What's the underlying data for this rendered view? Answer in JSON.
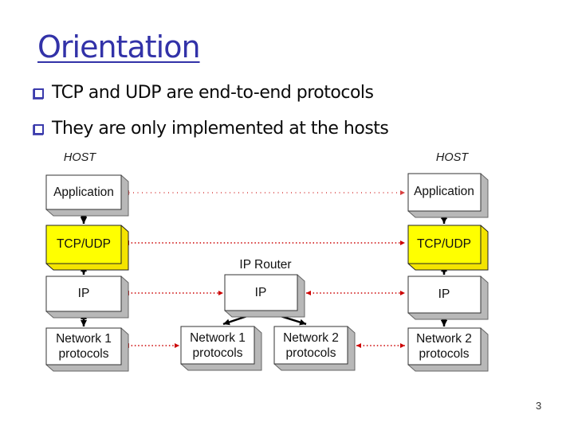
{
  "slide": {
    "title": "Orientation",
    "bullets": [
      "TCP and UDP are end-to-end protocols",
      "They are only implemented at the hosts"
    ],
    "page_number": "3"
  },
  "diagram": {
    "left_host": {
      "label": "HOST",
      "application": "Application",
      "tcp_udp": "TCP/UDP",
      "ip": "IP",
      "network_line1": "Network 1",
      "network_line2": "protocols"
    },
    "router": {
      "label": "IP Router",
      "ip": "IP",
      "network1_line1": "Network 1",
      "network1_line2": "protocols",
      "network2_line1": "Network 2",
      "network2_line2": "protocols"
    },
    "right_host": {
      "label": "HOST",
      "application": "Application",
      "tcp_udp": "TCP/UDP",
      "ip": "IP",
      "network_line1": "Network 2",
      "network_line2": "protocols"
    }
  },
  "colors": {
    "title_blue": "#3232A8",
    "highlight_yellow": "#FFFF00",
    "connection_red": "#CC0000",
    "box_shadow_gray": "#B8B8B8"
  }
}
